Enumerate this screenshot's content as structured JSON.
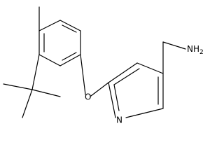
{
  "molecule": {
    "atom_labels": {
      "oxygen": "O",
      "nitrogen": "N",
      "amine": "NH",
      "amine_subscript": "2"
    }
  }
}
